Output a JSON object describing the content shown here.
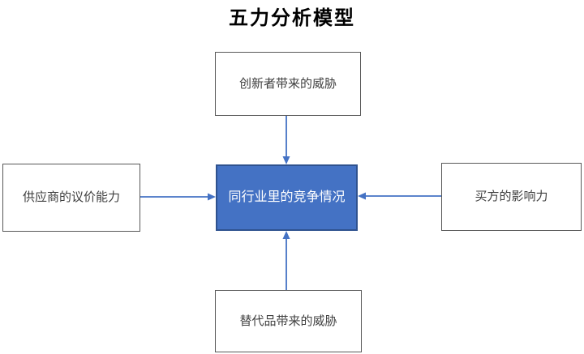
{
  "title": "五力分析模型",
  "colors": {
    "title_text": "#000000",
    "center_fill": "#4472C4",
    "center_border": "#2F528F",
    "center_text": "#FFFFFF",
    "node_fill": "#FFFFFF",
    "node_border": "#595959",
    "node_text": "#404040",
    "arrow": "#4472C4"
  },
  "nodes": {
    "center": {
      "label": "同行业里的竞争情况"
    },
    "top": {
      "label": "创新者带来的威胁"
    },
    "left": {
      "label": "供应商的议价能力"
    },
    "right": {
      "label": "买方的影响力"
    },
    "bottom": {
      "label": "替代品带来的威胁"
    }
  },
  "edges": [
    {
      "from": "top",
      "to": "center",
      "direction": "down"
    },
    {
      "from": "left",
      "to": "center",
      "direction": "right"
    },
    {
      "from": "right",
      "to": "center",
      "direction": "left"
    },
    {
      "from": "bottom",
      "to": "center",
      "direction": "up"
    }
  ]
}
